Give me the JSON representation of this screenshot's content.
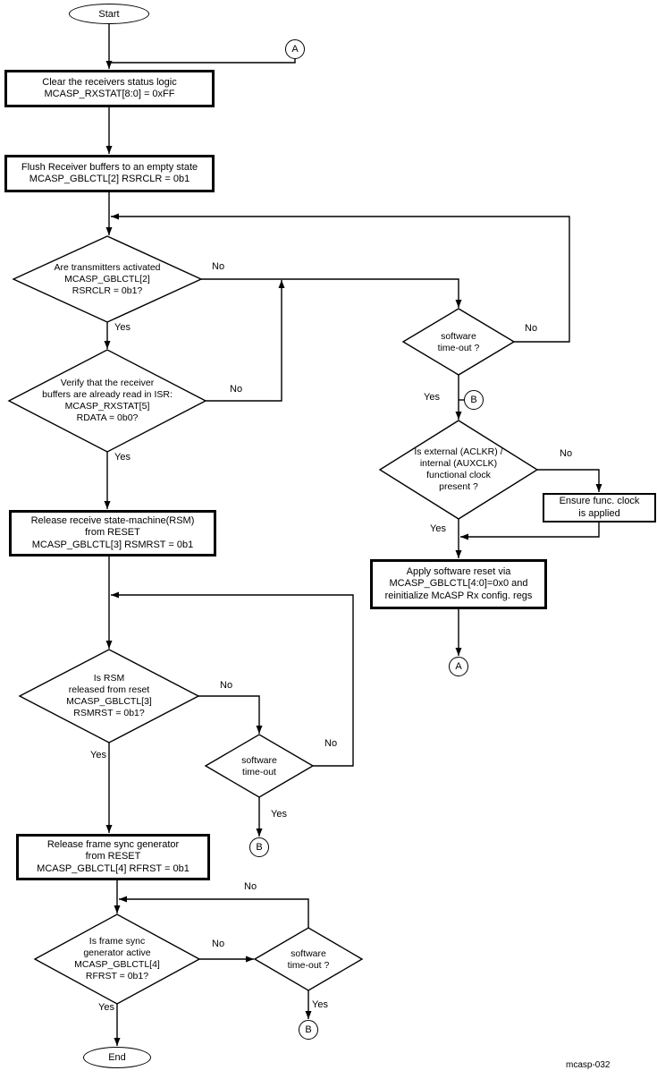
{
  "figure_label": "mcasp-032",
  "terminals": {
    "start": "Start",
    "end": "End"
  },
  "connectors": {
    "a_top": "A",
    "a_right": "A",
    "b_right": "B",
    "b_middle": "B",
    "b_bottom": "B"
  },
  "boxes": {
    "clear_status": {
      "lines": [
        "Clear the receivers status logic",
        "MCASP_RXSTAT[8:0]  = 0xFF"
      ]
    },
    "flush_buffers": {
      "lines": [
        "Flush Receiver buffers to an empty state",
        "MCASP_GBLCTL[2] RSRCLR = 0b1"
      ]
    },
    "release_rsm": {
      "lines": [
        "Release receive state-machine(RSM)",
        "from RESET",
        "MCASP_GBLCTL[3] RSMRST = 0b1"
      ]
    },
    "release_frame_sync": {
      "lines": [
        "Release frame sync generator",
        "from RESET",
        "MCASP_GBLCTL[4] RFRST = 0b1"
      ]
    },
    "ensure_clock": {
      "lines": [
        "Ensure func. clock",
        "is applied"
      ]
    },
    "apply_reset": {
      "lines": [
        "Apply software reset via",
        "MCASP_GBLCTL[4:0]=0x0 and",
        "reinitialize McASP Rx config. regs"
      ]
    }
  },
  "decisions": {
    "transmitters_activated": {
      "lines": [
        "Are transmitters activated",
        "MCASP_GBLCTL[2]",
        "RSRCLR = 0b1?"
      ]
    },
    "buffers_read": {
      "lines": [
        "Verify that  the receiver",
        "buffers are already read in ISR:",
        "MCASP_RXSTAT[5]",
        "RDATA = 0b0?"
      ]
    },
    "timeout_right": {
      "lines": [
        "software",
        "time-out ?"
      ]
    },
    "clock_present": {
      "lines": [
        "Is  external (ACLKR) /",
        "internal (AUXCLK)",
        "functional clock",
        "present ?"
      ]
    },
    "rsm_released": {
      "lines": [
        "Is RSM",
        "released from reset",
        "MCASP_GBLCTL[3]",
        "RSMRST = 0b1?"
      ]
    },
    "timeout_middle": {
      "lines": [
        "software",
        "time-out"
      ]
    },
    "frame_sync_active": {
      "lines": [
        "Is frame sync",
        "generator active",
        "MCASP_GBLCTL[4]",
        "RFRST = 0b1?"
      ]
    },
    "timeout_bottom": {
      "lines": [
        "software",
        "time-out ?"
      ]
    }
  },
  "edge_labels": {
    "transmitters_no": "No",
    "transmitters_yes": "Yes",
    "buffers_no": "No",
    "buffers_yes": "Yes",
    "timeout_right_no": "No",
    "timeout_right_yes": "Yes",
    "clock_no": "No",
    "clock_yes": "Yes",
    "rsm_no": "No",
    "rsm_yes": "Yes",
    "timeout_middle_no": "No",
    "timeout_middle_yes": "Yes",
    "frame_sync_no": "No",
    "frame_sync_yes": "Yes",
    "timeout_bottom_no": "No",
    "timeout_bottom_yes": "Yes"
  }
}
